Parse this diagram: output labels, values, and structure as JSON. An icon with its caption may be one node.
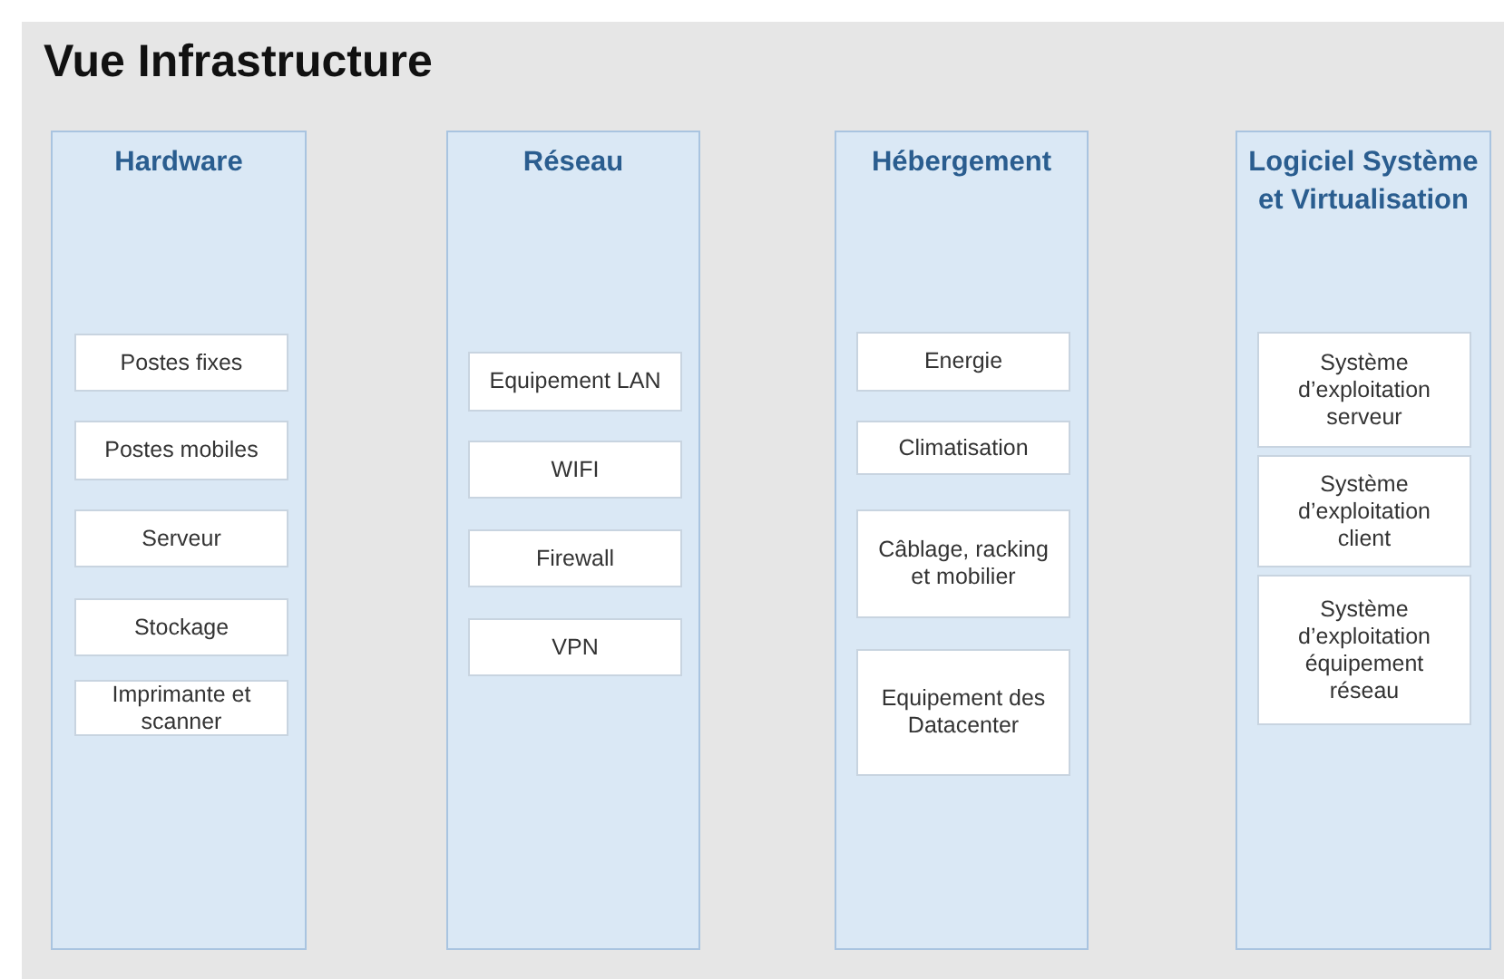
{
  "diagram": {
    "title": "Vue Infrastructure",
    "nodes": [
      {
        "text": [
          "Hardware"
        ]
      },
      {
        "text": [
          "Postes fixes"
        ],
        "in": 0
      },
      {
        "text": [
          "Postes mobiles"
        ],
        "in": 0
      },
      {
        "text": [
          "Serveur"
        ],
        "in": 0
      },
      {
        "text": [
          "Stockage"
        ],
        "in": 0
      },
      {
        "text": [
          "Imprimante et scanner"
        ],
        "in": 0
      },
      {
        "text": [
          "Réseau"
        ]
      },
      {
        "text": [
          "Equipement LAN"
        ],
        "in": 6
      },
      {
        "text": [
          "WIFI"
        ],
        "in": 6
      },
      {
        "text": [
          "Firewall"
        ],
        "in": 6
      },
      {
        "text": [
          "VPN"
        ],
        "in": 6
      },
      {
        "text": [
          "Hébergement"
        ]
      },
      {
        "text": [
          "Energie"
        ],
        "in": 11
      },
      {
        "text": [
          "Climatisation"
        ],
        "in": 11
      },
      {
        "text": [
          "Câblage, racking et mobilier"
        ],
        "in": 11
      },
      {
        "text": [
          "Equipement des Datacenter"
        ],
        "in": 11
      },
      {
        "text": [
          "Logiciel Système et Virtualisation"
        ]
      },
      {
        "text": [
          "Système d’exploitation serveur"
        ],
        "in": 16
      },
      {
        "text": [
          "Système d’exploitation client"
        ],
        "in": 16
      },
      {
        "text": [
          "Système d’exploitation équipement réseau"
        ],
        "in": 16
      }
    ],
    "edges": []
  }
}
